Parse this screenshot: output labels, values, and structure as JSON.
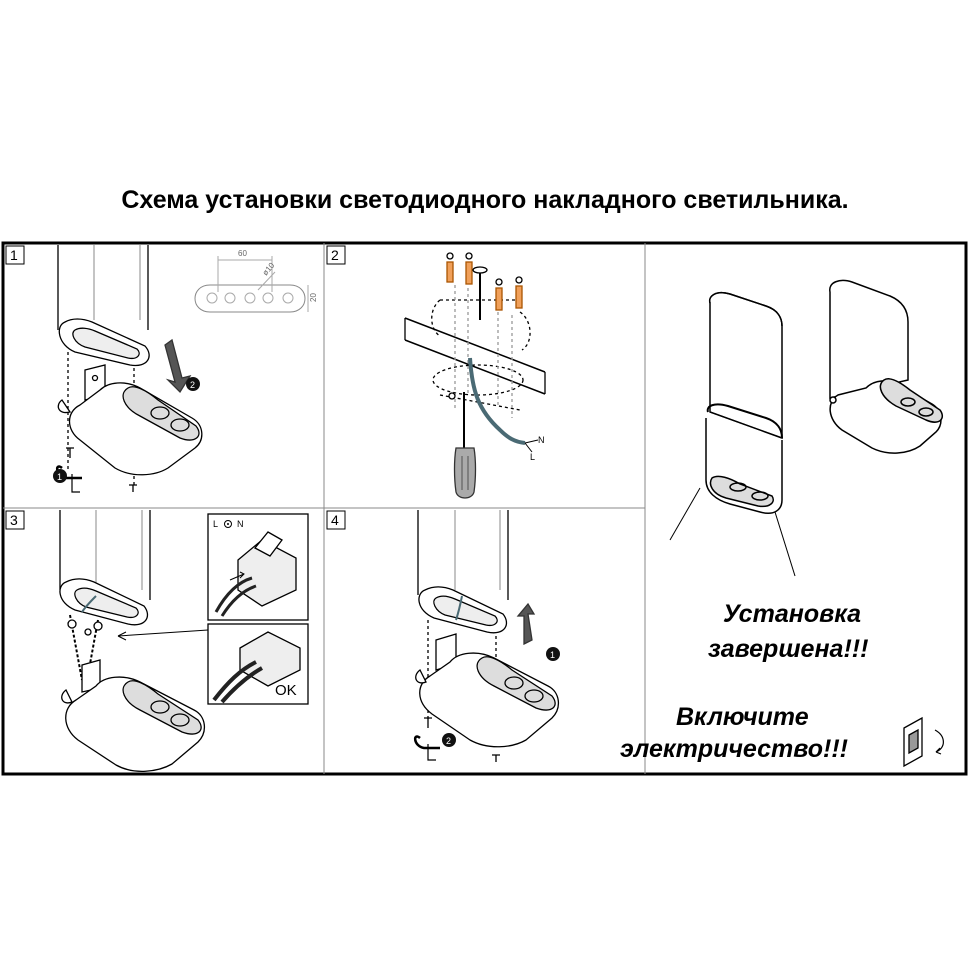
{
  "title": "Схема установки светодиодного накладного светильника.",
  "steps": [
    {
      "number": "1"
    },
    {
      "number": "2"
    },
    {
      "number": "3"
    },
    {
      "number": "4"
    }
  ],
  "panel1": {
    "dim_width": "60",
    "dim_diameter": "ø10",
    "dim_height": "20",
    "badge_screw": "1",
    "badge_lower": "2"
  },
  "panel2": {
    "wire_n": "N",
    "wire_l": "L"
  },
  "panel3": {
    "terminal_label_l": "L",
    "terminal_label_n": "N",
    "ok_label": "OK"
  },
  "panel4": {
    "badge_lift": "1",
    "badge_screw": "2"
  },
  "final": {
    "line1": "Установка",
    "line2": "завершена!!!",
    "line3": "Включите",
    "line4": "электричество!!!"
  }
}
